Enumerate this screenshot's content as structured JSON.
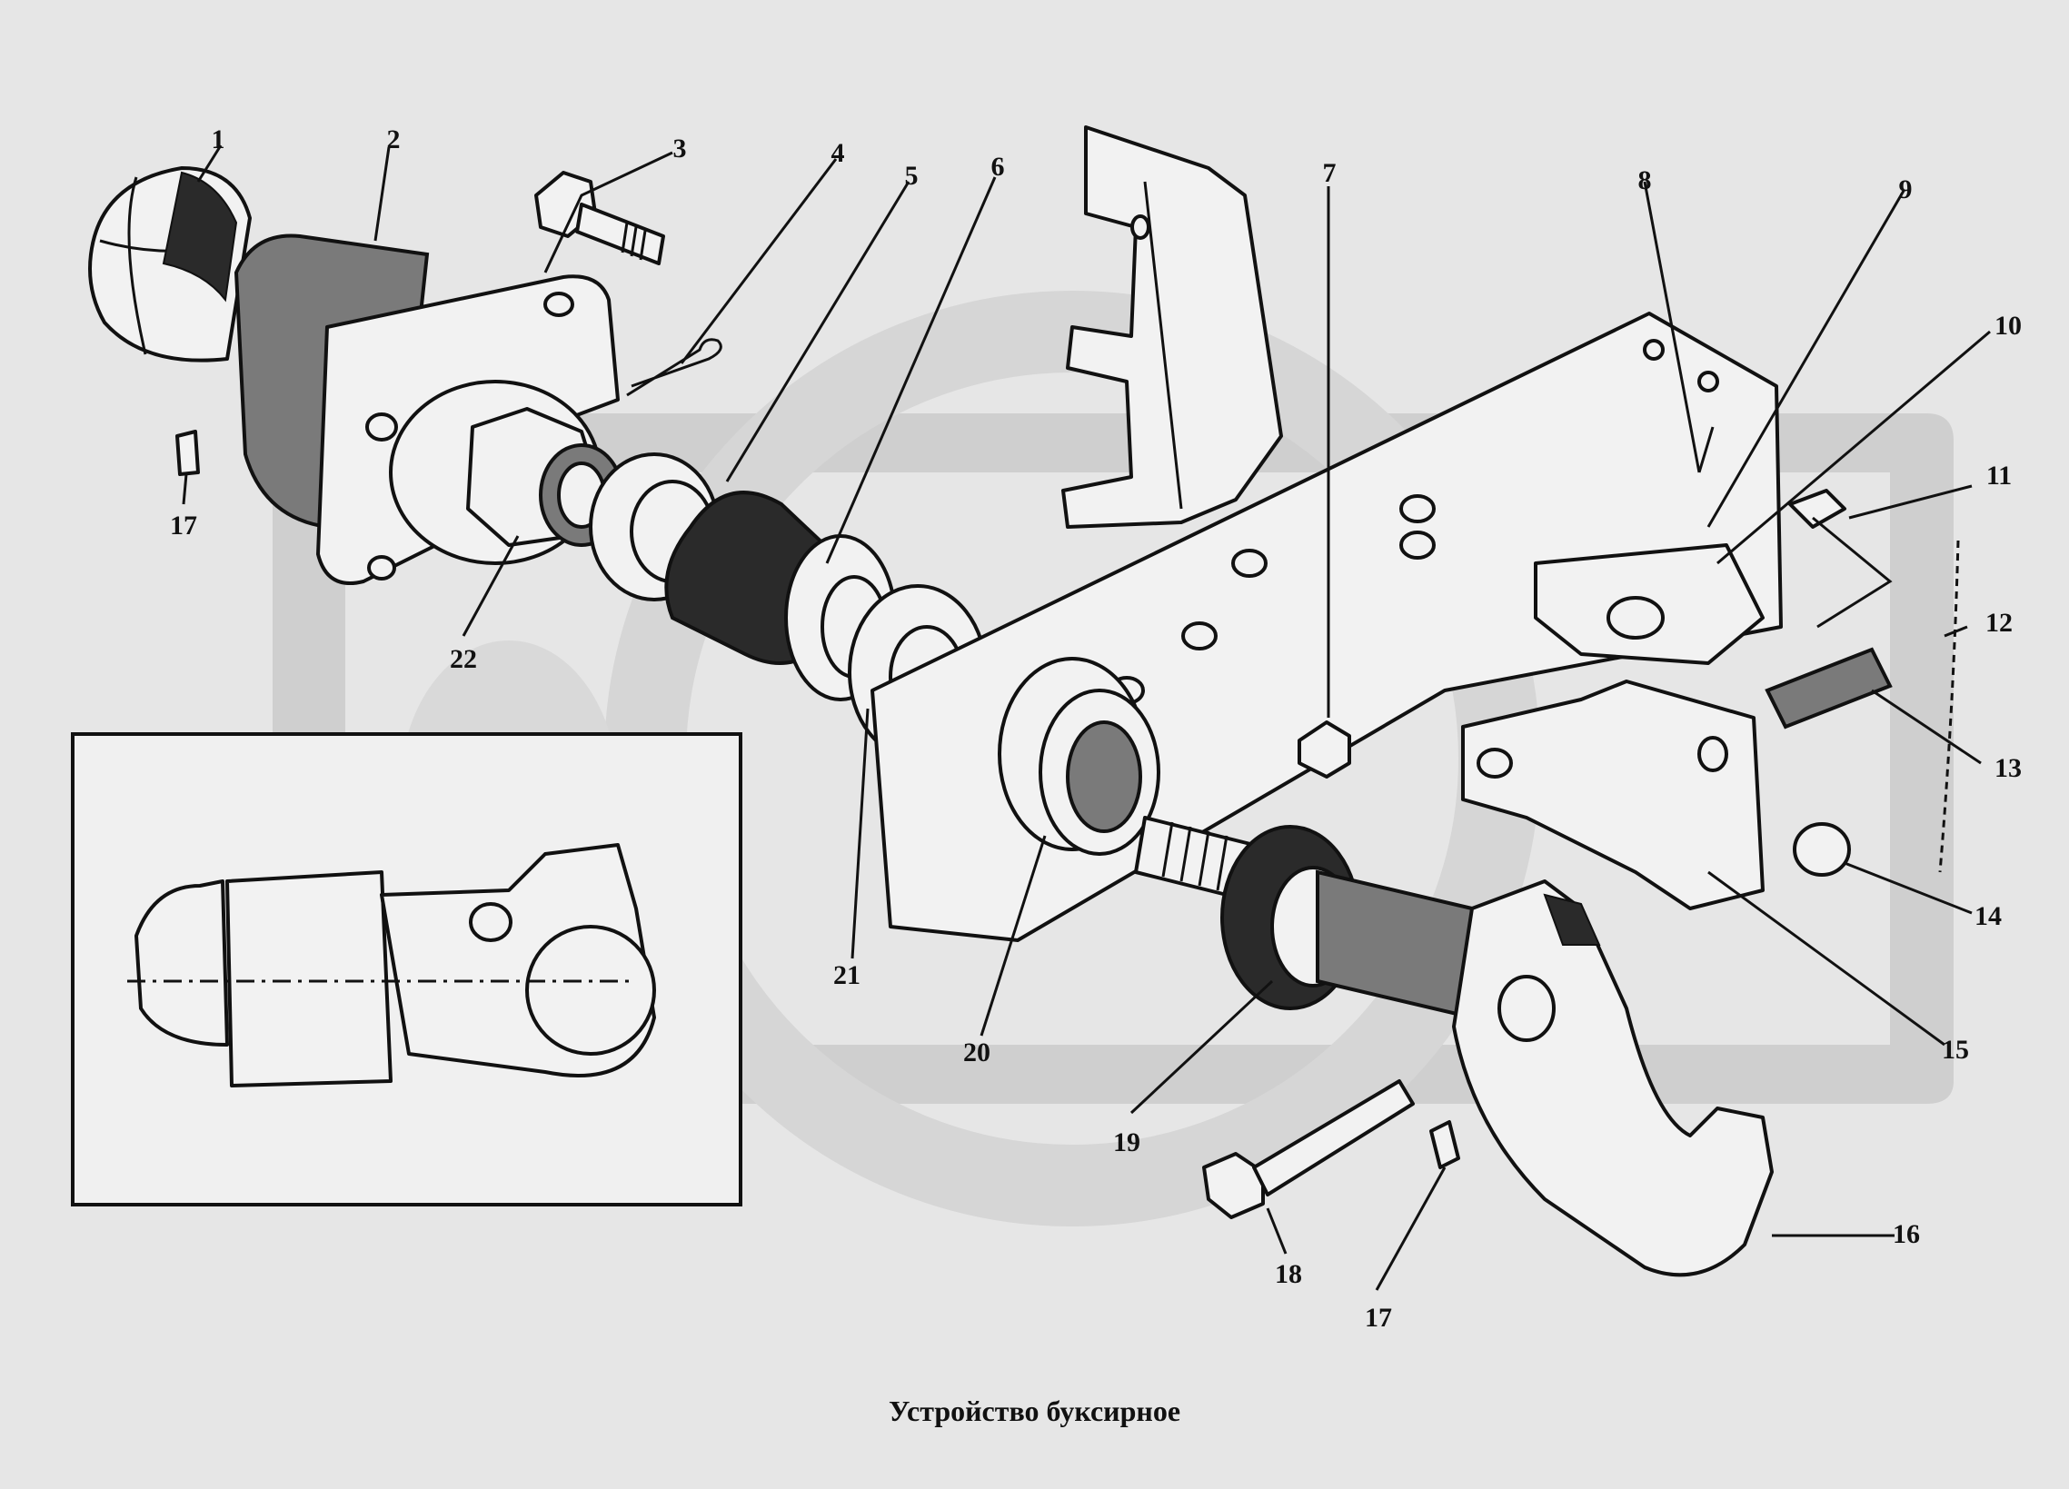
{
  "caption": "Устройство буксирное",
  "callouts": [
    {
      "id": "p1",
      "label": "1"
    },
    {
      "id": "p2",
      "label": "2"
    },
    {
      "id": "p3",
      "label": "3"
    },
    {
      "id": "p4",
      "label": "4"
    },
    {
      "id": "p5",
      "label": "5"
    },
    {
      "id": "p6",
      "label": "6"
    },
    {
      "id": "p7",
      "label": "7"
    },
    {
      "id": "p8",
      "label": "8"
    },
    {
      "id": "p9",
      "label": "9"
    },
    {
      "id": "p10",
      "label": "10"
    },
    {
      "id": "p11",
      "label": "11"
    },
    {
      "id": "p12",
      "label": "12"
    },
    {
      "id": "p13",
      "label": "13"
    },
    {
      "id": "p14",
      "label": "14"
    },
    {
      "id": "p15",
      "label": "15"
    },
    {
      "id": "p16",
      "label": "16"
    },
    {
      "id": "p17a",
      "label": "17"
    },
    {
      "id": "p17b",
      "label": "17"
    },
    {
      "id": "p18",
      "label": "18"
    },
    {
      "id": "p19",
      "label": "19"
    },
    {
      "id": "p20",
      "label": "20"
    },
    {
      "id": "p21",
      "label": "21"
    },
    {
      "id": "p22",
      "label": "22"
    }
  ],
  "colors": {
    "background": "#e6e6e6",
    "watermark": "#cfcfcf",
    "ink": "#111111"
  }
}
